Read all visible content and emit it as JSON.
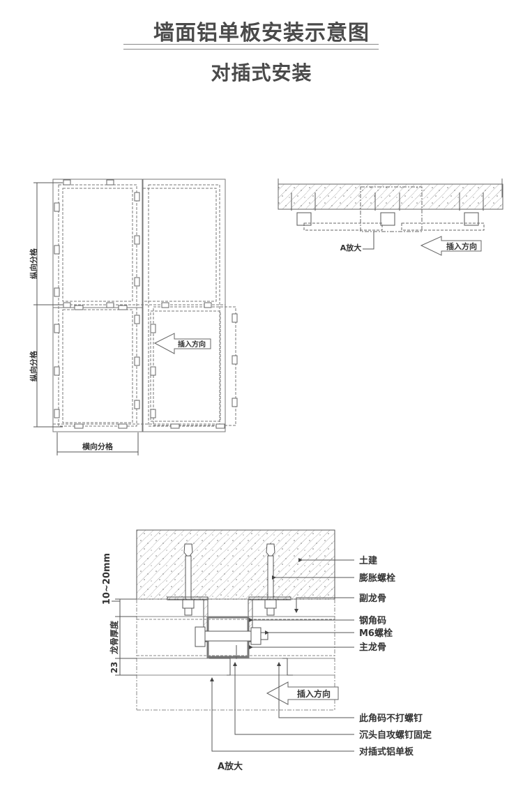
{
  "header": {
    "title": "墙面铝单板安装示意图",
    "subtitle": "对插式安装"
  },
  "elevation_view": {
    "vertical_grid_label_top": "纵向分格",
    "vertical_grid_label_bottom": "纵向分格",
    "horizontal_grid_label": "横向分格",
    "insert_direction_label": "插入方向"
  },
  "plan_view": {
    "detail_ref_label": "A放大",
    "insert_direction_label": "插入方向"
  },
  "detail_view": {
    "gap_dim_label": "10~20mm",
    "keel_thickness_label": "龙骨厚度",
    "panel_dim_label": "23",
    "insert_direction_label": "插入方向",
    "detail_ref_label": "A放大",
    "callouts": [
      {
        "label": "土建"
      },
      {
        "label": "膨胀螺栓"
      },
      {
        "label": "副龙骨"
      },
      {
        "label": "钢角码"
      },
      {
        "label": "M6螺栓"
      },
      {
        "label": "主龙骨"
      },
      {
        "label": "此角码不打螺钉"
      },
      {
        "label": "沉头自攻螺钉固定"
      },
      {
        "label": "对插式铝单板"
      }
    ]
  },
  "colors": {
    "line": "#555555",
    "title_text": "#4a4a4a",
    "hatch": "#777777"
  }
}
